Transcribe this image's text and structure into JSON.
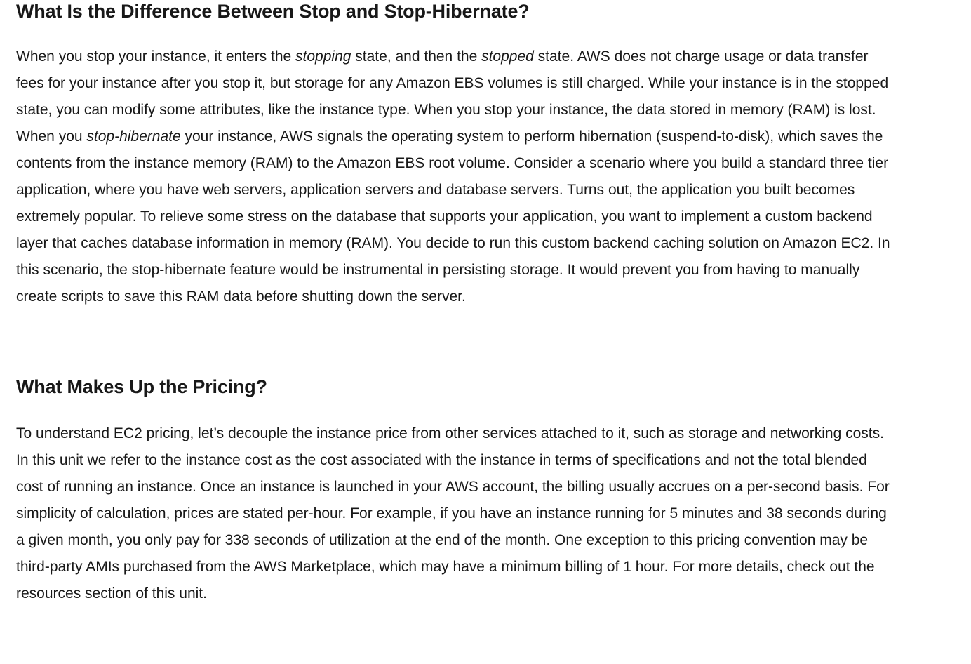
{
  "sections": [
    {
      "heading": "What Is the Difference Between Stop and Stop-Hibernate?",
      "paragraph": {
        "s1": "When you stop your instance, it enters the ",
        "e1": "stopping",
        "s2": " state, and then the ",
        "e2": "stopped",
        "s3": " state. AWS does not charge usage or data transfer fees for your instance after you stop it, but storage for any Amazon EBS volumes is still charged. While your instance is in the stopped state, you can modify some attributes, like the instance type. When you stop your instance, the data stored in memory (RAM) is lost. When you ",
        "e3": "stop-hibernate",
        "s4": " your instance, AWS signals the operating system to perform hibernation (suspend-to-disk), which saves the contents from the instance memory (RAM) to the Amazon EBS root volume. Consider a scenario where you build a standard three tier application, where you have web servers, application servers and database servers. Turns out, the application you built becomes extremely popular. To relieve some stress on the database that supports your application, you want to implement a custom backend layer that caches database information in memory (RAM). You decide to run this custom backend caching solution on Amazon EC2. In this scenario, the stop-hibernate feature would be instrumental in persisting storage. It would prevent you from having to manually create scripts to save this RAM data before shutting down the server."
      }
    },
    {
      "heading": "What Makes Up the Pricing?",
      "paragraph": {
        "s1": "To understand EC2 pricing, let’s decouple the instance price from other services attached to it, such as storage and networking costs. In this unit we refer to the instance cost as the cost associated with the instance in terms of specifications and not the total blended cost of running an instance. Once an instance is launched in your AWS account, the billing usually accrues on a per-second basis. For simplicity of calculation, prices are stated per-hour. For example, if you have an instance running for 5 minutes and 38 seconds during a given month, you only pay for 338 seconds of utilization at the end of the month. One exception to this pricing convention may be third-party AMIs purchased from the AWS Marketplace, which may have a minimum billing of 1 hour. For more details, check out the resources section of this unit."
      }
    }
  ]
}
